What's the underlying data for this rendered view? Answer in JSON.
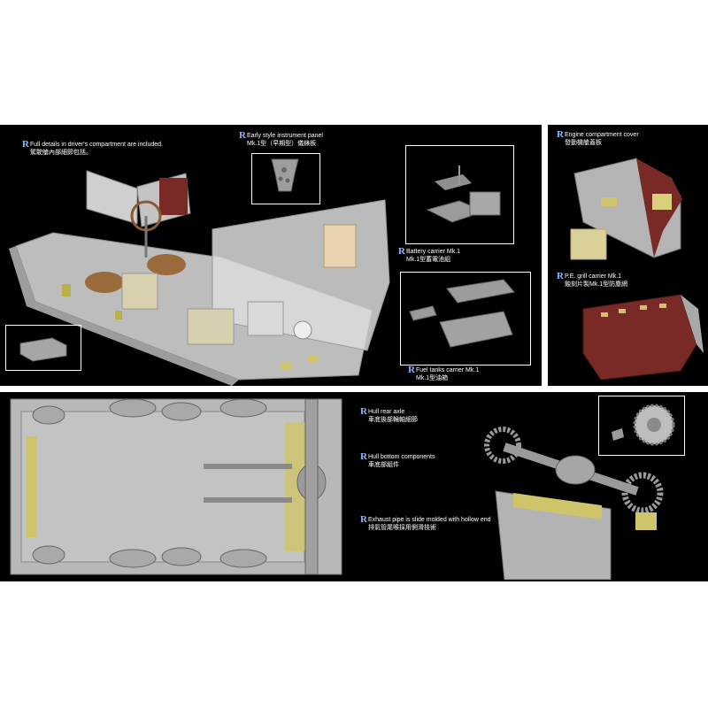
{
  "callouts": {
    "driver": {
      "marker": "R",
      "en": "Full details in driver's compartment are included.",
      "zh": "駕駛艙內部細節包括。"
    },
    "panel": {
      "marker": "R",
      "en": "Early style instrument panel",
      "zh": "Mk.1型（早期型）儀錶板"
    },
    "battery": {
      "marker": "R",
      "en": "Battery carrier Mk.1",
      "zh": "Mk.1型蓄電池組"
    },
    "fuel": {
      "marker": "R",
      "en": "Fuel tanks carrier Mk.1",
      "zh": "Mk.1型油箱"
    },
    "engine": {
      "marker": "R",
      "en": "Engine compartment cover",
      "zh": "發動機艙蓋板"
    },
    "grill": {
      "marker": "R",
      "en": "P.E. grill carrier Mk.1",
      "zh": "蝕刻片製Mk.1型防塵網"
    },
    "axle": {
      "marker": "R",
      "en": "Hull rear axle",
      "zh": "車底後部輪軸細節"
    },
    "bottom": {
      "marker": "R",
      "en": "Hull bottom components",
      "zh": "車底部組件"
    },
    "exhaust": {
      "marker": "R",
      "en": "Exhaust pipe is slide molded with hollow end",
      "zh": "排氣管尾喉採用側滑技術"
    }
  },
  "colors": {
    "background": "#000000",
    "hull_grey": "#b9b9b9",
    "seat_brown": "#9a6a3a",
    "primer_red": "#7a2a26",
    "clear_parts": "#d9d9d9",
    "accent_yellow": "#cfc46a",
    "marker_blue": "#8fb4ff"
  }
}
